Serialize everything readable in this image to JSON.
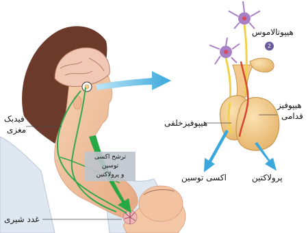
{
  "labels": {
    "hypothalamus": "هیپوتالاموس",
    "step_number": "2",
    "anterior_pituitary_line1": "هیپوفیز",
    "anterior_pituitary_line2": "قدامی",
    "posterior_pituitary": "هیپوفیزخلفی",
    "neural_feedback_line1": "فیدبک",
    "neural_feedback_line2": "مغزی",
    "oxytocin_prolactin_line1": "ترشح اکسی توسین",
    "oxytocin_prolactin_line2": "و پرولاکتین",
    "oxytocin": "اکسی توسین",
    "prolactin": "پرولاکتین",
    "mammary_glands": "غدد شیری"
  },
  "colors": {
    "skin": "#f3c8a4",
    "skin_shadow": "#e2a07a",
    "hair": "#6b3a2a",
    "shirt": "#dfe7f1",
    "gland": "#f2c98a",
    "gland_stroke": "#c9964f",
    "nerve": "#2fa84f",
    "arrow_blue": "#3aa8dc",
    "neuron": "#a77fc4",
    "vessel_red": "#d8432f",
    "vessel_yellow": "#f0d24a"
  }
}
